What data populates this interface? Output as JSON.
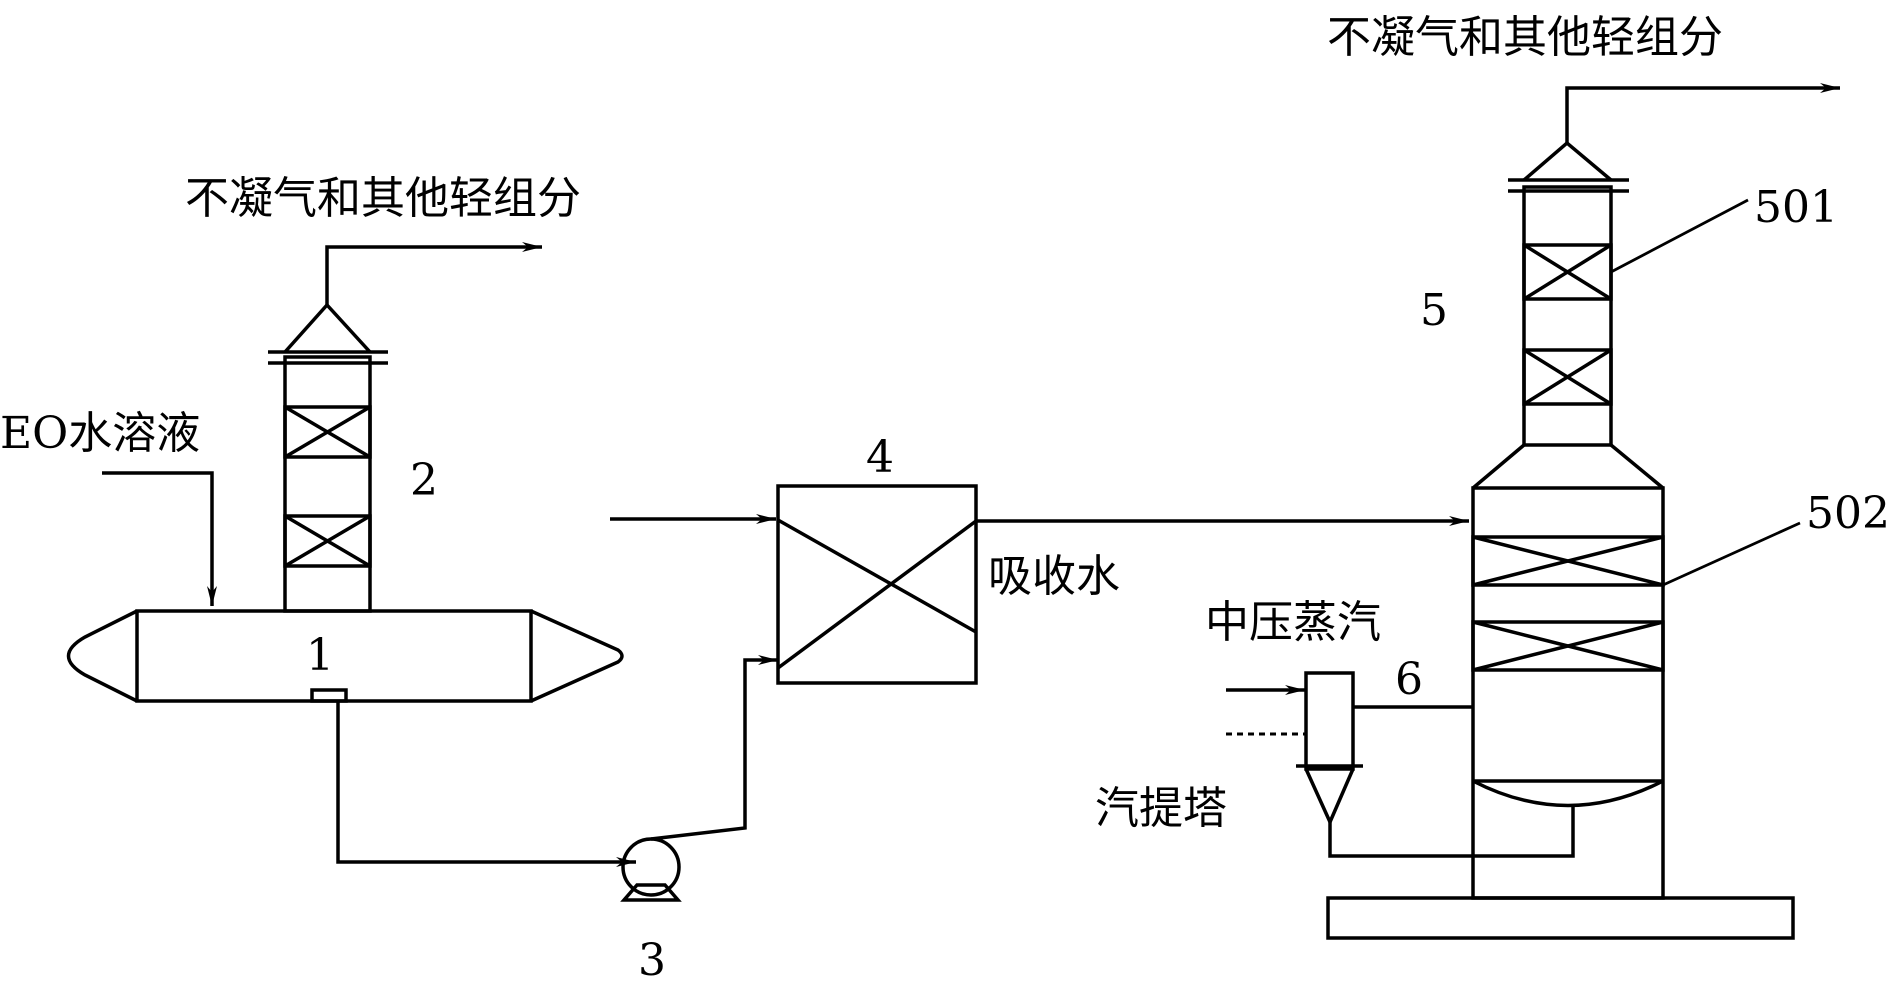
{
  "labels": {
    "vent_left": "不凝气和其他轻组分",
    "vent_right": "不凝气和其他轻组分",
    "feed": "EO水溶液",
    "absorb_water": "吸收水",
    "mp_steam": "中压蒸汽",
    "stripper": "汽提塔"
  },
  "numbers": {
    "n1": "1",
    "n2": "2",
    "n3": "3",
    "n4": "4",
    "n5": "5",
    "n6": "6",
    "n501": "501",
    "n502": "502"
  }
}
